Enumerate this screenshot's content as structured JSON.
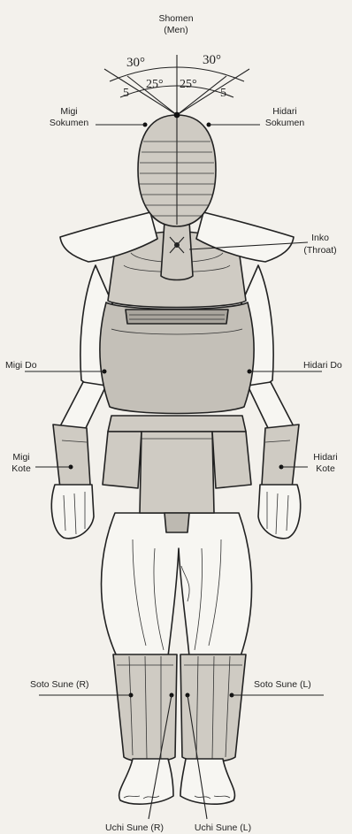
{
  "title": {
    "line1": "Shomen",
    "line2": "(Men)"
  },
  "angles": {
    "outer_left": "30°",
    "outer_right": "30°",
    "inner_left": "25°",
    "inner_right": "25°",
    "small_left": "5",
    "small_right": "5"
  },
  "labels": {
    "migi_sokumen": [
      "Migi",
      "Sokumen"
    ],
    "hidari_sokumen": [
      "Hidari",
      "Sokumen"
    ],
    "inko": [
      "Inko",
      "(Throat)"
    ],
    "migi_do": "Migi Do",
    "hidari_do": "Hidari Do",
    "migi_kote": [
      "Migi",
      "Kote"
    ],
    "hidari_kote": [
      "Hidari",
      "Kote"
    ],
    "soto_sune_r": "Soto Sune (R)",
    "soto_sune_l": "Soto Sune (L)",
    "uchi_sune_r": "Uchi Sune (R)",
    "uchi_sune_l": "Uchi Sune (L)"
  },
  "colors": {
    "paper": "#f3f1ec",
    "ink": "#222222",
    "armor_fill": "#cfcbc3",
    "armor_dark": "#a9a59d",
    "cloth": "#f7f6f2",
    "target_dot": "#111111"
  }
}
